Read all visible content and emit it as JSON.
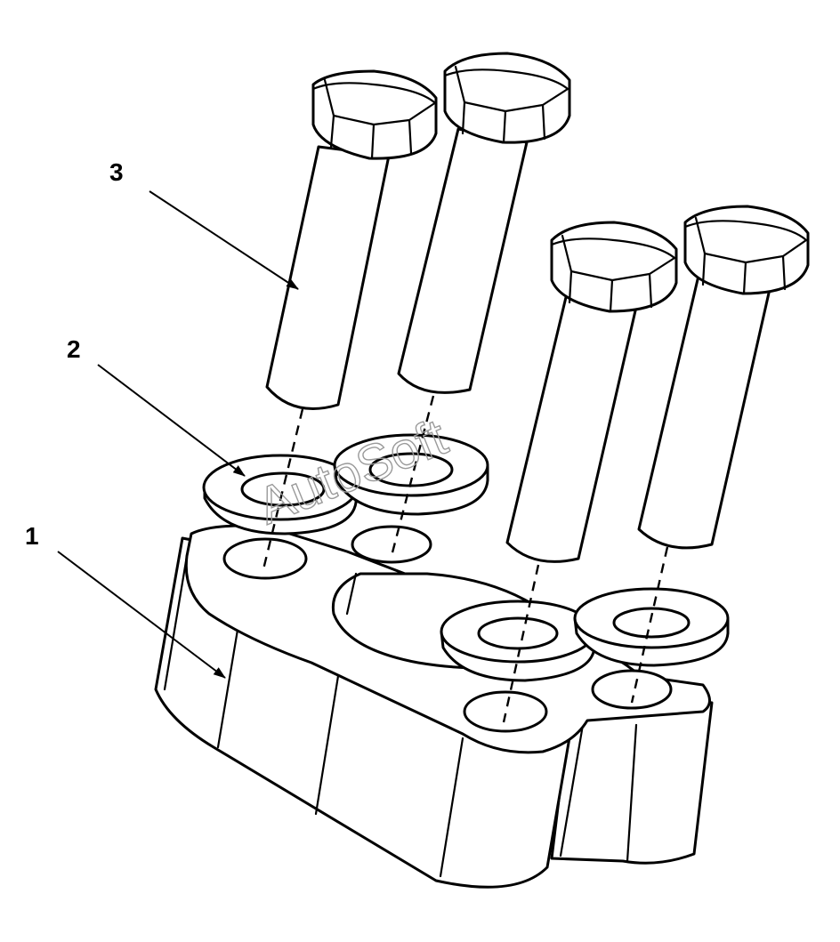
{
  "diagram": {
    "callouts": [
      {
        "label": "1",
        "part": "flange"
      },
      {
        "label": "2",
        "part": "washer"
      },
      {
        "label": "3",
        "part": "bolt"
      }
    ],
    "watermark": "AutoSoft",
    "colors": {
      "line": "#000000",
      "background": "#ffffff",
      "watermark": "#9a9a9a"
    }
  }
}
